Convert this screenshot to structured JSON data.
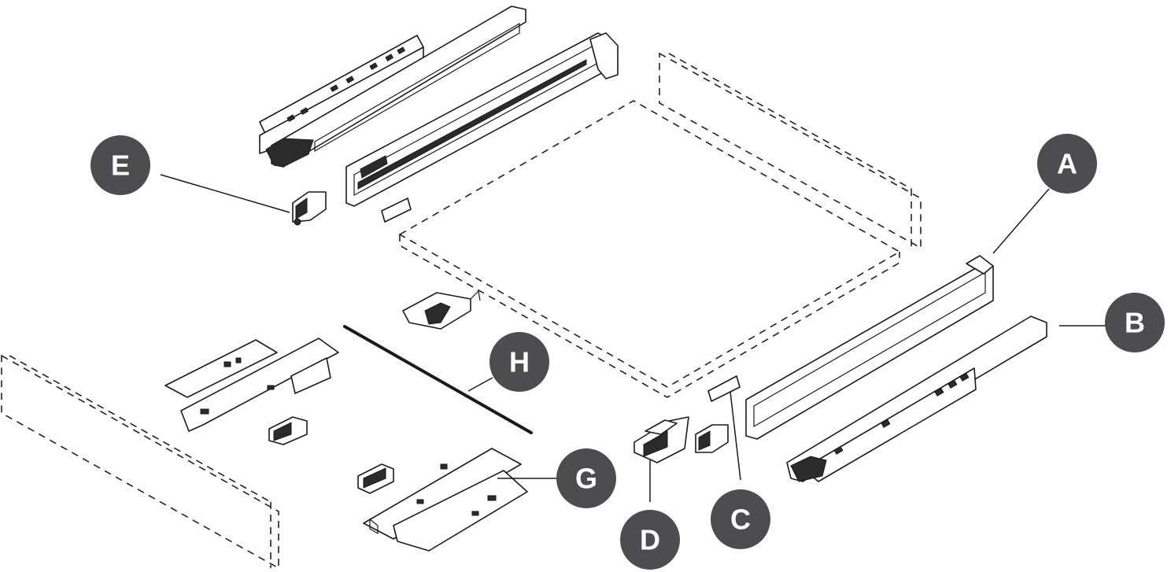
{
  "callouts": [
    {
      "id": "A",
      "label": "A"
    },
    {
      "id": "B",
      "label": "B"
    },
    {
      "id": "C",
      "label": "C"
    },
    {
      "id": "D",
      "label": "D"
    },
    {
      "id": "E",
      "label": "E"
    },
    {
      "id": "G",
      "label": "G"
    },
    {
      "id": "H",
      "label": "H"
    }
  ],
  "colors": {
    "callout_fill": "#4d4d4f",
    "callout_text": "#ffffff",
    "line": "#1a1a1a"
  }
}
